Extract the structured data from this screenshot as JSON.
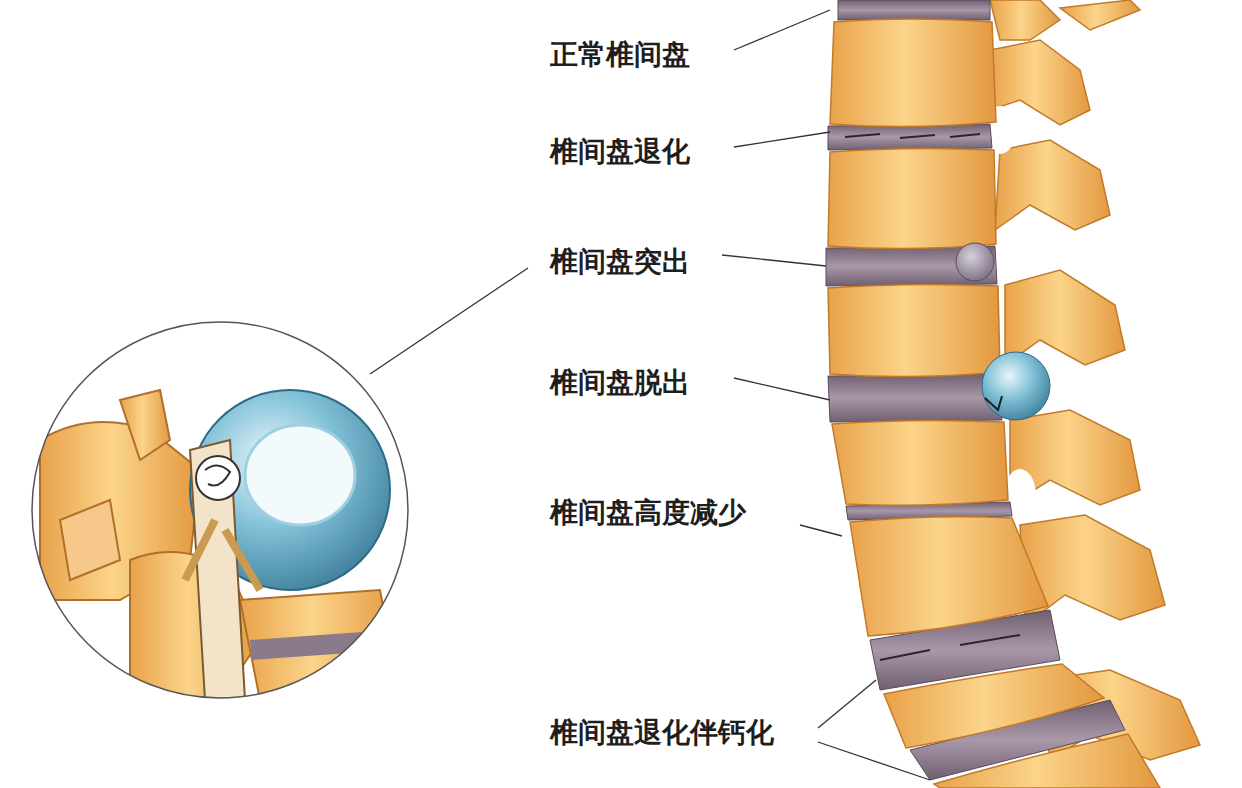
{
  "diagram": {
    "labels": [
      "正常椎间盘",
      "椎间盘退化",
      "椎间盘突出",
      "椎间盘脱出",
      "椎间盘高度减少",
      "椎间盘退化伴钙化"
    ]
  }
}
